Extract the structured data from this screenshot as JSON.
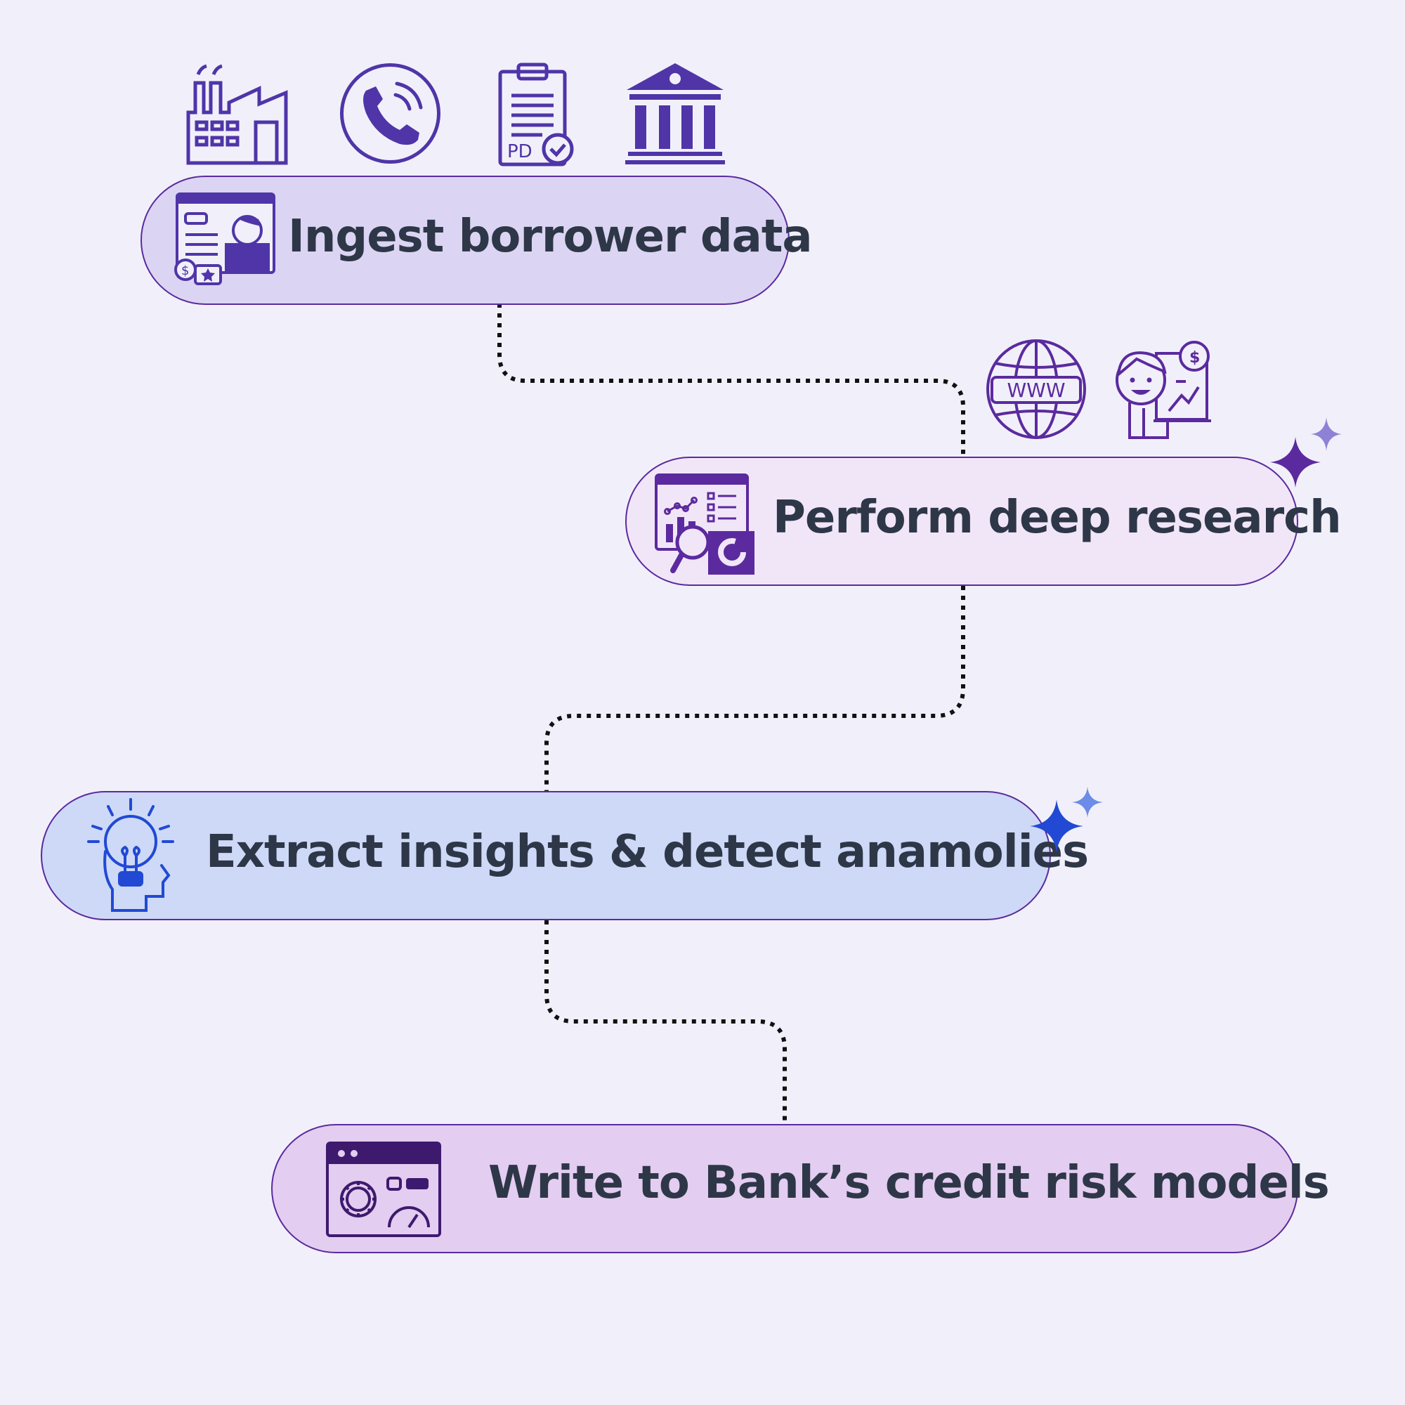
{
  "steps": [
    {
      "label": "Ingest borrower data",
      "icon": "borrower-profile-icon"
    },
    {
      "label": "Perform deep research",
      "icon": "research-analytics-icon"
    },
    {
      "label": "Extract insights & detect anamolies",
      "icon": "idea-head-icon"
    },
    {
      "label": "Write to Bank’s credit risk models",
      "icon": "dashboard-window-icon"
    }
  ],
  "source_icons": [
    "factory-icon",
    "phone-icon",
    "pdf-clipboard-icon",
    "bank-icon"
  ],
  "research_icons": [
    "www-globe-icon",
    "analyst-person-icon"
  ],
  "icon_text": {
    "pdf": "PD",
    "www": "WWW",
    "dollar": "$"
  },
  "colors": {
    "background": "#f1f0fa",
    "step1_fill": "#dbd5f3",
    "step2_fill": "#f1e6f8",
    "step3_fill": "#cdd9f6",
    "step4_fill": "#e3cdf0",
    "border": "#5b2a9e",
    "text": "#2e3748",
    "icon_purple": "#4f35a8",
    "icon_blue": "#2149d4"
  }
}
